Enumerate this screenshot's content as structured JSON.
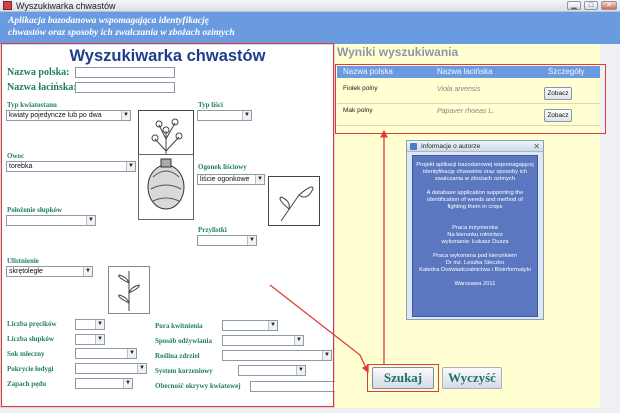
{
  "window": {
    "title": "Wyszukiwarka chwastów",
    "controls": [
      "minimize",
      "maximize",
      "close"
    ]
  },
  "banner": {
    "line1": "Aplikacja bazodanowa wspomagająca identyfikację",
    "line2": "chwastów oraz sposoby ich zwalczania w zbożach ozimych"
  },
  "form": {
    "title": "Wyszukiwarka chwastów",
    "nazwa_polska_label": "Nazwa polska:",
    "nazwa_lacinska_label": "Nazwa łacińska:",
    "typ_kwiatostanu_label": "Typ kwiatostanu",
    "typ_kwiatostanu_value": "kwiaty pojedyncze lub po dwa",
    "typ_lisci_label": "Typ liści",
    "typ_lisci_value": "",
    "owoc_label": "Owoc",
    "owoc_value": "torebka",
    "ogonek_label": "Ogonek liściowy",
    "ogonek_value": "liście ogonkowe",
    "polozenie_label": "Położenie słupków",
    "polozenie_value": "",
    "przylistki_label": "Przylistki",
    "przylistki_value": "",
    "ulistnienie_label": "Ulistnienie",
    "ulistnienie_value": "skrętoległe",
    "liczba_precikow_label": "Liczba pręcików",
    "liczba_slupkow_label": "Liczba słupków",
    "sok_mleczny_label": "Sok mleczny",
    "pokrycie_lodygi_label": "Pokrycie łodygi",
    "zapach_pedu_label": "Zapach pędu",
    "pora_kwitnienia_label": "Pora kwitnienia",
    "sposob_odzywiania_label": "Sposób odżywiania",
    "roslina_zdrziel_label": "Roślina zdrziel",
    "system_korzeniowy_label": "System korzeniowy",
    "obecnosc_okrywy_label": "Obecność okrywy kwiatowej"
  },
  "results": {
    "title": "Wyniki wyszukiwania",
    "columns": [
      "Nazwa polska",
      "Nazwa łacińska",
      "Szczegóły"
    ],
    "rows": [
      {
        "polska": "Fiołek polny",
        "lacinska": "Viola arvensis",
        "button": "Zobacz"
      },
      {
        "polska": "Mak polny",
        "lacinska": "Papaver rhoeas L.",
        "button": "Zobacz"
      }
    ]
  },
  "about": {
    "title": "Informacje o autorze",
    "lines": [
      "Projekt aplikacji bazodanowej wspomagającej",
      "identyfikację chwastów oraz sposoby ich",
      "zwalczania w zbożach ozimych",
      "",
      "A database application supporting the",
      "identification of weeds and method of",
      "fighting them in crops",
      "",
      "",
      "Praca inżynierska",
      "Na kierunku rolnictwo",
      "wykonanie: Łukasz Dusza",
      "",
      "Praca wykonana pod kierunkiem",
      "Dr inż. Leszka Sieczko",
      "Katedra Doświadczalnictwa i Bioinformatyki",
      "",
      "Warszawa 2011"
    ]
  },
  "actions": {
    "search": "Szukaj",
    "clear": "Wyczyść"
  }
}
